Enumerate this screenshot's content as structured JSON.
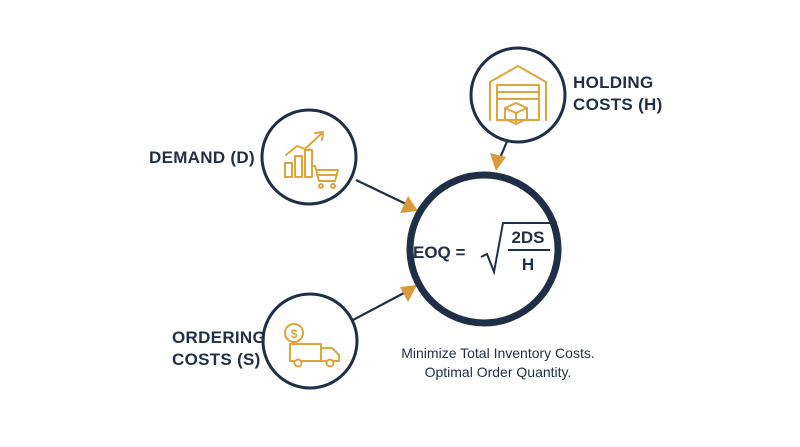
{
  "nodes": {
    "demand": {
      "label": "DEMAND (D)"
    },
    "ordering": {
      "line1": "ORDERING",
      "line2": "COSTS (S)"
    },
    "holding": {
      "line1": "HOLDING",
      "line2": "COSTS (H)"
    }
  },
  "formula": {
    "lhs": "EOQ =",
    "numerator": "2DS",
    "denominator": "H"
  },
  "caption": {
    "line1": "Minimize Total Inventory Costs.",
    "line2": "Optimal Order Quantity."
  },
  "colors": {
    "navy": "#1f2f47",
    "gold": "#e0a43b",
    "arrowhead": "#d99a3a"
  },
  "icons": {
    "demand": "bar-chart-trend-cart-icon",
    "ordering": "dollar-coin-delivery-truck-icon",
    "holding": "warehouse-box-icon"
  }
}
